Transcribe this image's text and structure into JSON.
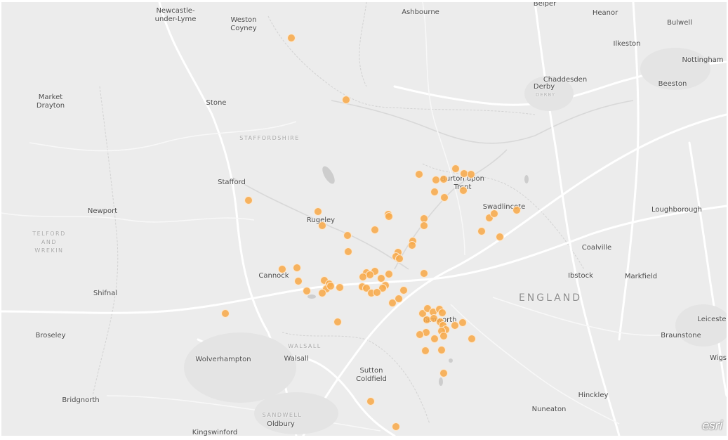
{
  "map": {
    "logo": "esri",
    "colors": {
      "background": "#ececec",
      "marker": "#f7aa4b",
      "road": "#ffffff",
      "water": "#c9c9c9"
    },
    "labels": {
      "newcastle": "Newcastle-\nunder-Lyme",
      "weston_coyney": "Weston\nCoyney",
      "ashbourne": "Ashbourne",
      "belper": "Belper",
      "heanor": "Heanor",
      "bulwell": "Bulwell",
      "ilkeston": "Ilkeston",
      "nottingham": "Nottingham",
      "chaddesden": "Chaddesden",
      "derby": "Derby",
      "derby_region": "DERBY",
      "beeston": "Beeston",
      "market_drayton": "Market\nDrayton",
      "stone": "Stone",
      "staffordshire": "STAFFORDSHIRE",
      "stafford": "Stafford",
      "burton": "Burton upon\nTrent",
      "swadlincote": "Swadlincote",
      "newport": "Newport",
      "rugeley": "Rugeley",
      "loughborough": "Loughborough",
      "telford": "TELFORD\nAND\nWREKIN",
      "coalville": "Coalville",
      "cannock": "Cannock",
      "ibstock": "Ibstock",
      "markfield": "Markfield",
      "shifnal": "Shifnal",
      "england": "ENGLAND",
      "tamworth": "Tamworth",
      "leicester": "Leicester",
      "broseley": "Broseley",
      "braunstone": "Braunstone",
      "walsall_region": "WALSALL",
      "wolverhampton": "Wolverhampton",
      "walsall": "Walsall",
      "wigston": "Wigs",
      "sutton_coldfield": "Sutton\nColdfield",
      "hinckley": "Hinckley",
      "bridgnorth": "Bridgnorth",
      "nuneaton": "Nuneaton",
      "sandwell": "SANDWELL",
      "oldbury": "Oldbury",
      "kingswinford": "Kingswinford"
    }
  }
}
